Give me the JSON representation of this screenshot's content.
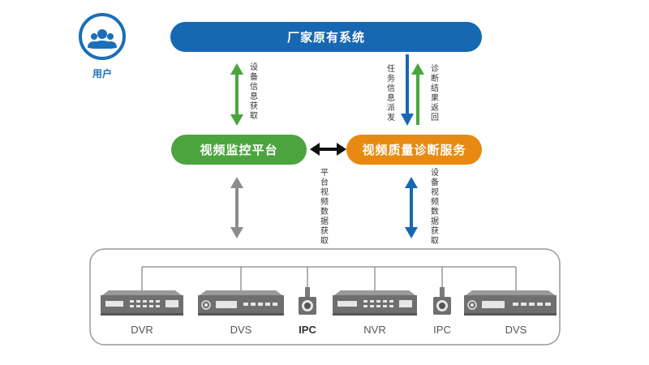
{
  "user": {
    "icon": "user-group-icon",
    "label": "用户"
  },
  "nodes": {
    "vendor_system": "厂家原有系统",
    "video_platform": "视频监控平台",
    "vqd_service": "视频质量诊断服务"
  },
  "edge_labels": {
    "device_info": "设备信息获取",
    "task_dispatch": "任务信息派发",
    "diagnosis_return": "诊断结果返回",
    "platform_video": "平台视频数据获取",
    "device_video": "设备视频数据获取"
  },
  "devices": [
    {
      "label": "DVR",
      "icon": "dvr-recorder-icon"
    },
    {
      "label": "DVS",
      "icon": "dvs-server-icon"
    },
    {
      "label": "IPC",
      "icon": "ip-camera-icon"
    },
    {
      "label": "NVR",
      "icon": "nvr-recorder-icon"
    },
    {
      "label": "IPC",
      "icon": "ip-camera-icon"
    },
    {
      "label": "DVS",
      "icon": "dvs-server-icon"
    }
  ],
  "colors": {
    "blue": "#1668b3",
    "green": "#4ca43e",
    "orange": "#e88a12",
    "gray_arrow": "#8c8c8c",
    "dark_arrow": "#111111"
  }
}
